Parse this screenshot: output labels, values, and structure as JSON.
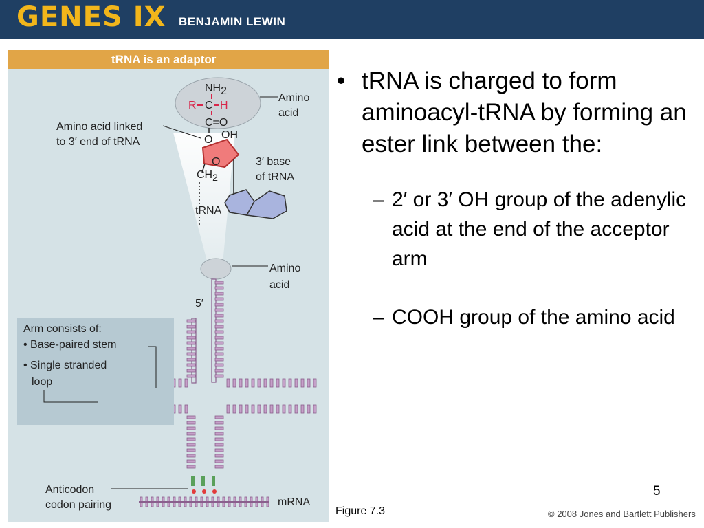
{
  "banner": {
    "title": "GENES IX",
    "author": "BENJAMIN LEWIN"
  },
  "figure": {
    "title": "tRNA is an adaptor",
    "labels": {
      "amino_acid_top": [
        "Amino",
        "acid"
      ],
      "linked": [
        "Amino acid linked",
        "to 3′ end of tRNA"
      ],
      "base": [
        "3′ base",
        "of tRNA"
      ],
      "amino_acid_mid": [
        "Amino",
        "acid"
      ],
      "five_prime": "5′",
      "anticodon": [
        "Anticodon",
        "codon pairing"
      ],
      "mrna": "mRNA"
    },
    "chem": {
      "nh2_a": "NH",
      "nh2_b": "2",
      "r": "R",
      "c": "C",
      "h": "H",
      "c_eq": "C=O",
      "o": "O",
      "oh": "OH",
      "ring_o": "O",
      "ch2_a": "CH",
      "ch2_b": "2",
      "trna": "tRNA"
    },
    "arm_box": {
      "title": "Arm consists of:",
      "item1": "Base-paired stem",
      "item2_a": "Single stranded",
      "item2_b": "loop"
    },
    "figure_label": "Figure 7.3",
    "colors": {
      "header": "#e1a547",
      "panel": "#d5e2e6",
      "stem": "#c5a0c9",
      "stem_edge": "#8a5f8d",
      "base_ring": "#a9b4de",
      "sugar": "#f07b7b"
    }
  },
  "slide": {
    "bullet_main": "tRNA is charged to form aminoacyl-tRNA by forming an ester link between the:",
    "sub1": "2′ or 3′ OH group of the adenylic acid at the end of the acceptor arm",
    "sub2": "COOH group of the amino acid",
    "page_number": "5"
  },
  "copyright": "© 2008 Jones and Bartlett Publishers"
}
